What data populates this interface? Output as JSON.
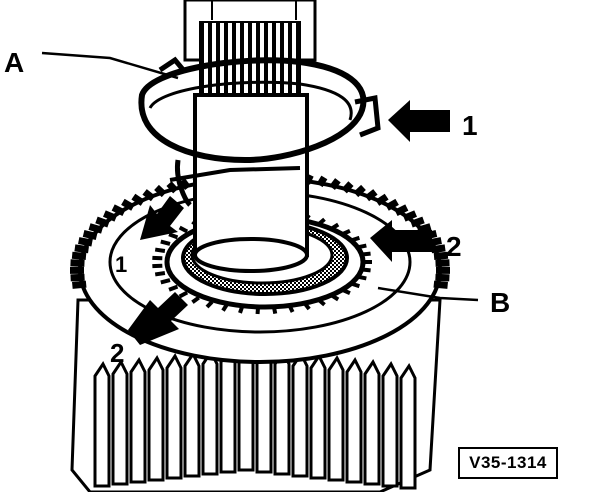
{
  "labels": {
    "a": "A",
    "b": "B",
    "arrow_1": "1",
    "arrow_2_right": "2",
    "arrow_2_lower": "2",
    "arrow_1_left": "1"
  },
  "reference_code": "V35-1314"
}
